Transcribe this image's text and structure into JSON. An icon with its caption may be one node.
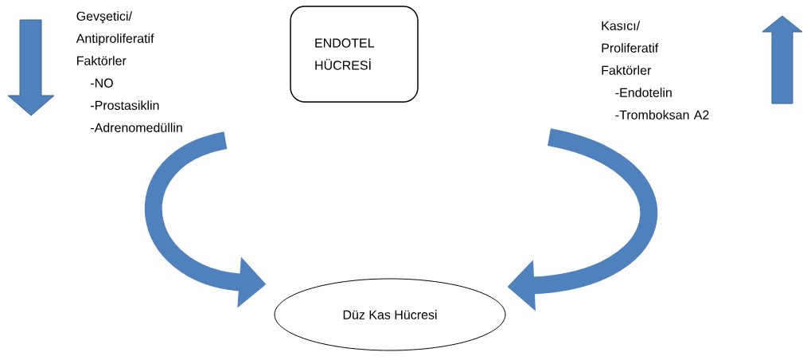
{
  "diagram": {
    "nodes": [
      {
        "text": [
          "ENDOTEL HÜCRESİ"
        ]
      },
      {
        "text": [
          "Düz Kas Hücresi"
        ]
      },
      {
        "text": [
          "Gevşetici/ Antiproliferatif Faktörler",
          "-NO",
          "-Prostasiklin",
          "-Adrenomedüllin"
        ]
      },
      {
        "text": [
          "Kasıcı/ Proliferatif Faktörler",
          "-Endotelin",
          "-Tromboksan A2"
        ]
      }
    ],
    "edges": [
      {
        "from": 2,
        "to": 1,
        "arrow": "to"
      },
      {
        "from": 3,
        "to": 1,
        "arrow": "to"
      }
    ]
  }
}
